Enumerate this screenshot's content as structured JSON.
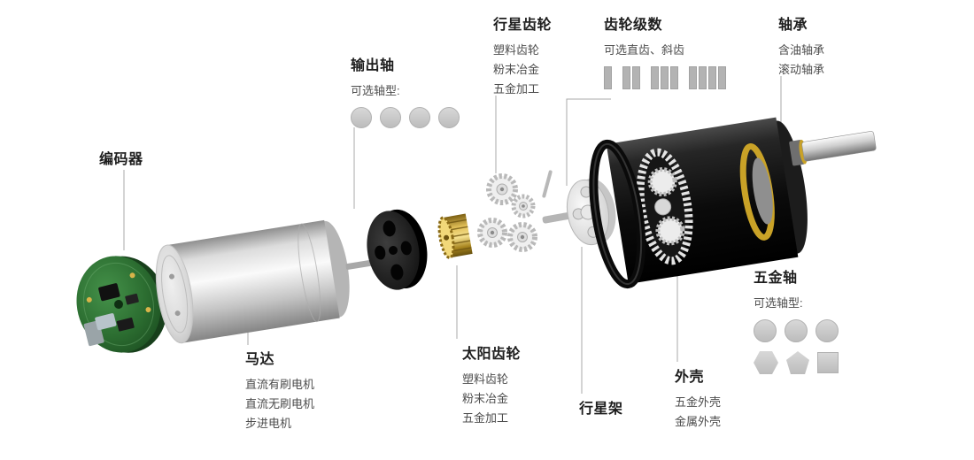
{
  "diagram": {
    "labels": {
      "encoder": {
        "title": "编码器"
      },
      "output_shaft": {
        "title": "输出轴",
        "subtitle": "可选轴型:",
        "shaft_type_icons": [
          "circle",
          "circle",
          "circle",
          "circle"
        ]
      },
      "planetary_gear": {
        "title": "行星齿轮",
        "options": [
          "塑料齿轮",
          "粉末冶金",
          "五金加工"
        ]
      },
      "gear_stages": {
        "title": "齿轮级数",
        "subtitle": "可选直齿、斜齿",
        "stage_counts": [
          1,
          2,
          3,
          4
        ]
      },
      "bearing": {
        "title": "轴承",
        "options": [
          "含油轴承",
          "滚动轴承"
        ]
      },
      "motor": {
        "title": "马达",
        "options": [
          "直流有刷电机",
          "直流无刷电机",
          "步进电机"
        ]
      },
      "sun_gear": {
        "title": "太阳齿轮",
        "options": [
          "塑料齿轮",
          "粉末冶金",
          "五金加工"
        ]
      },
      "planet_carrier": {
        "title": "行星架"
      },
      "housing": {
        "title": "外壳",
        "options": [
          "五金外壳",
          "金属外壳"
        ]
      },
      "metal_shaft": {
        "title": "五金轴",
        "subtitle": "可选轴型:",
        "shaft_type_icons_row1": [
          "circle",
          "circle",
          "circle"
        ],
        "shaft_type_icons_row2": [
          "hexagon",
          "pentagon",
          "square"
        ]
      }
    },
    "colors": {
      "background": "#ffffff",
      "title_text": "#1d1d1d",
      "option_text": "#4d4d4d",
      "leader_line": "#a9a9a9",
      "shape_fill": "#c9c9c9",
      "encoder_pcb": "#2e7d32",
      "motor_body": "#d9d9d9",
      "end_cap": "#1a1a1a",
      "sun_gear_brass": "#d4af37",
      "planet_gear_white": "#ededed",
      "housing_black": "#0d0d0d",
      "output_shaft_metal": "#c0c0c0"
    }
  }
}
